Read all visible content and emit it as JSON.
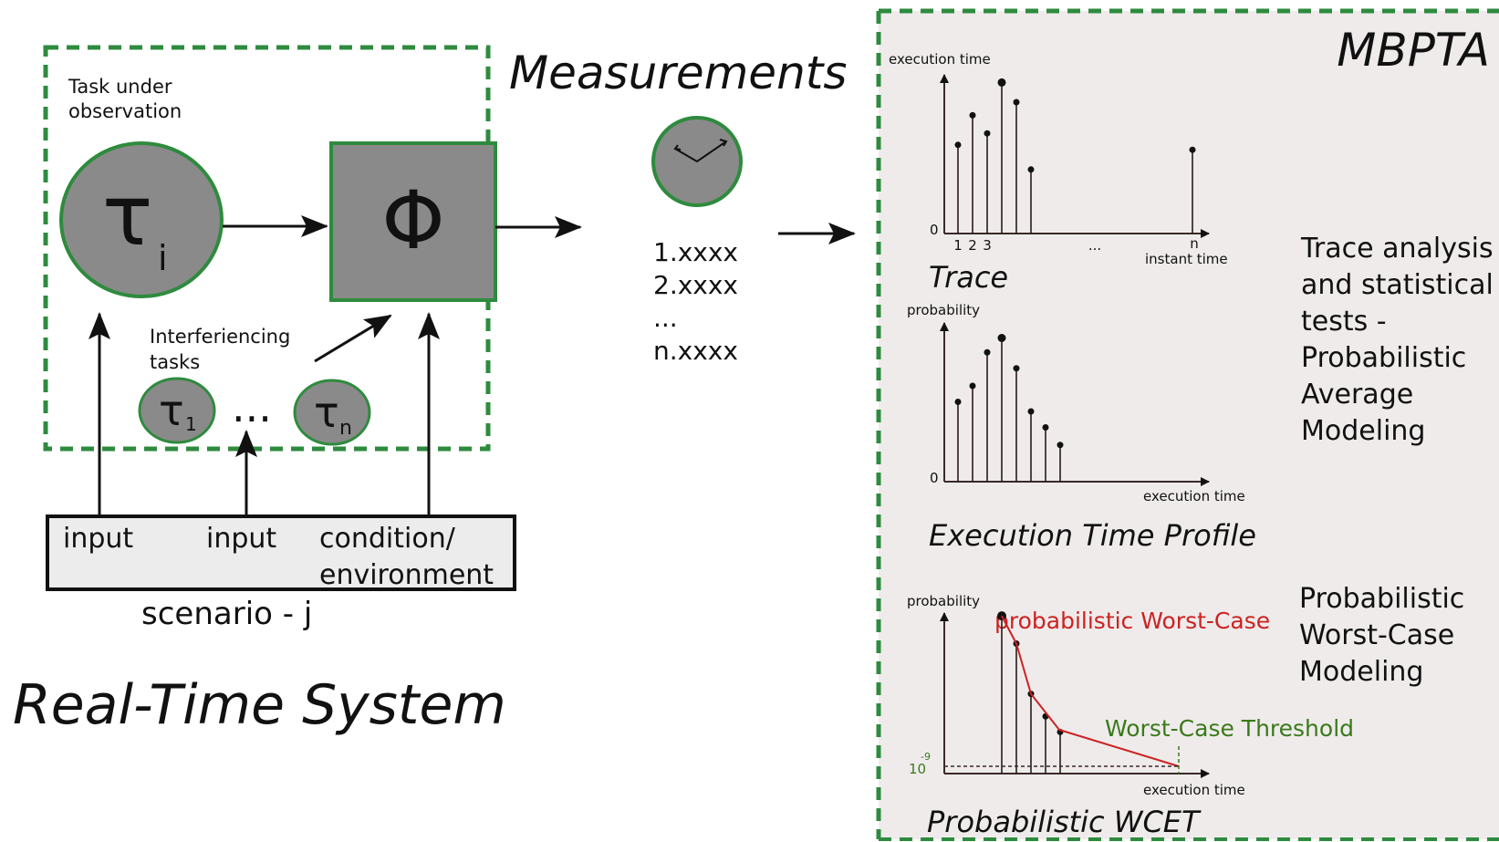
{
  "left": {
    "task_label_line1": "Task under",
    "task_label_line2": "observation",
    "tau_i_main": "τ",
    "tau_i_sub": "i",
    "phi": "Φ",
    "interf_line1": "Interferiencing",
    "interf_line2": "tasks",
    "tau_1_main": "τ",
    "tau_1_sub": "1",
    "ellipsis": "...",
    "tau_n_main": "τ",
    "tau_n_sub": "n",
    "scenario_input1": "input",
    "scenario_input2": "input",
    "scenario_cond1": "condition/",
    "scenario_cond2": "environment",
    "scenario_label": "scenario - j",
    "system_title": "Real-Time System"
  },
  "middle": {
    "title": "Measurements",
    "list": [
      "1.xxxx",
      "2.xxxx",
      "...",
      "n.xxxx"
    ]
  },
  "right": {
    "title": "MBPTA",
    "trace": {
      "caption": "Trace",
      "ylabel": "execution time",
      "xlabel": "instant time",
      "zero": "0",
      "tick1": "1",
      "tick2": "2",
      "tick3": "3",
      "dots": "...",
      "tickn": "n"
    },
    "profile": {
      "caption": "Execution Time Profile",
      "ylabel": "probability",
      "xlabel": "execution time",
      "zero": "0"
    },
    "wcet": {
      "caption": "Probabilistic WCET",
      "ylabel": "probability",
      "xlabel": "execution time",
      "curve_label": "probabilistic Worst-Case",
      "threshold_label": "Worst-Case Threshold",
      "exp_base": "10",
      "exp_power": "-9"
    },
    "desc_top": [
      "Trace analysis",
      "and statistical",
      "tests -",
      "Probabilistic",
      "Average",
      "Modeling"
    ],
    "desc_bottom": [
      "Probabilistic",
      "Worst-Case",
      "Modeling"
    ]
  },
  "colors": {
    "green": "#2e8b3e",
    "node_fill": "#8a8a8a",
    "panel_bg": "#efebeb",
    "red": "#cc2222",
    "dark_green": "#3a7a1a"
  },
  "chart_data": [
    {
      "type": "scatter",
      "title": "Trace",
      "xlabel": "instant time",
      "ylabel": "execution time",
      "x_ticks": [
        "1",
        "2",
        "3",
        "...",
        "n"
      ],
      "x": [
        1,
        2,
        3,
        4,
        5,
        6,
        "n"
      ],
      "values": [
        0.54,
        0.72,
        0.61,
        0.92,
        0.8,
        0.39,
        0.51
      ]
    },
    {
      "type": "scatter",
      "title": "Execution Time Profile",
      "xlabel": "execution time",
      "ylabel": "probability",
      "values": [
        0.5,
        0.6,
        0.81,
        0.9,
        0.71,
        0.44,
        0.34,
        0.23
      ]
    },
    {
      "type": "line",
      "title": "Probabilistic WCET",
      "xlabel": "execution time",
      "ylabel": "probability",
      "series": [
        {
          "name": "probabilistic Worst-Case",
          "values": [
            0.91,
            0.75,
            0.46,
            0.33,
            0.24
          ]
        }
      ],
      "threshold": "Worst-Case Threshold",
      "threshold_prob": "10^-9"
    }
  ]
}
